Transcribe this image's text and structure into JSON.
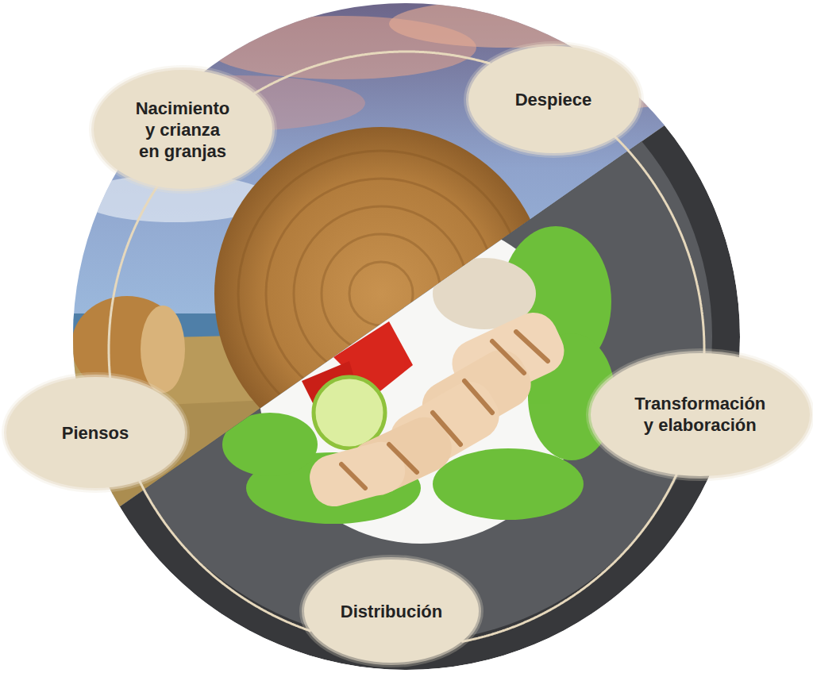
{
  "diagram": {
    "nodes": [
      {
        "text": [
          "Nacimiento y crianza en granjas"
        ]
      },
      {
        "text": [
          "Despiece"
        ]
      },
      {
        "text": [
          "Transformación y elaboración"
        ]
      },
      {
        "text": [
          "Piensos"
        ]
      },
      {
        "text": [
          "Distribución"
        ]
      }
    ],
    "edges": [
      {
        "from": 3,
        "to": 0,
        "arrow": "none"
      },
      {
        "from": 0,
        "to": 1,
        "arrow": "none"
      },
      {
        "from": 1,
        "to": 2,
        "arrow": "none"
      },
      {
        "from": 2,
        "to": 4,
        "arrow": "none"
      },
      {
        "from": 4,
        "to": 3,
        "arrow": "none"
      }
    ]
  }
}
